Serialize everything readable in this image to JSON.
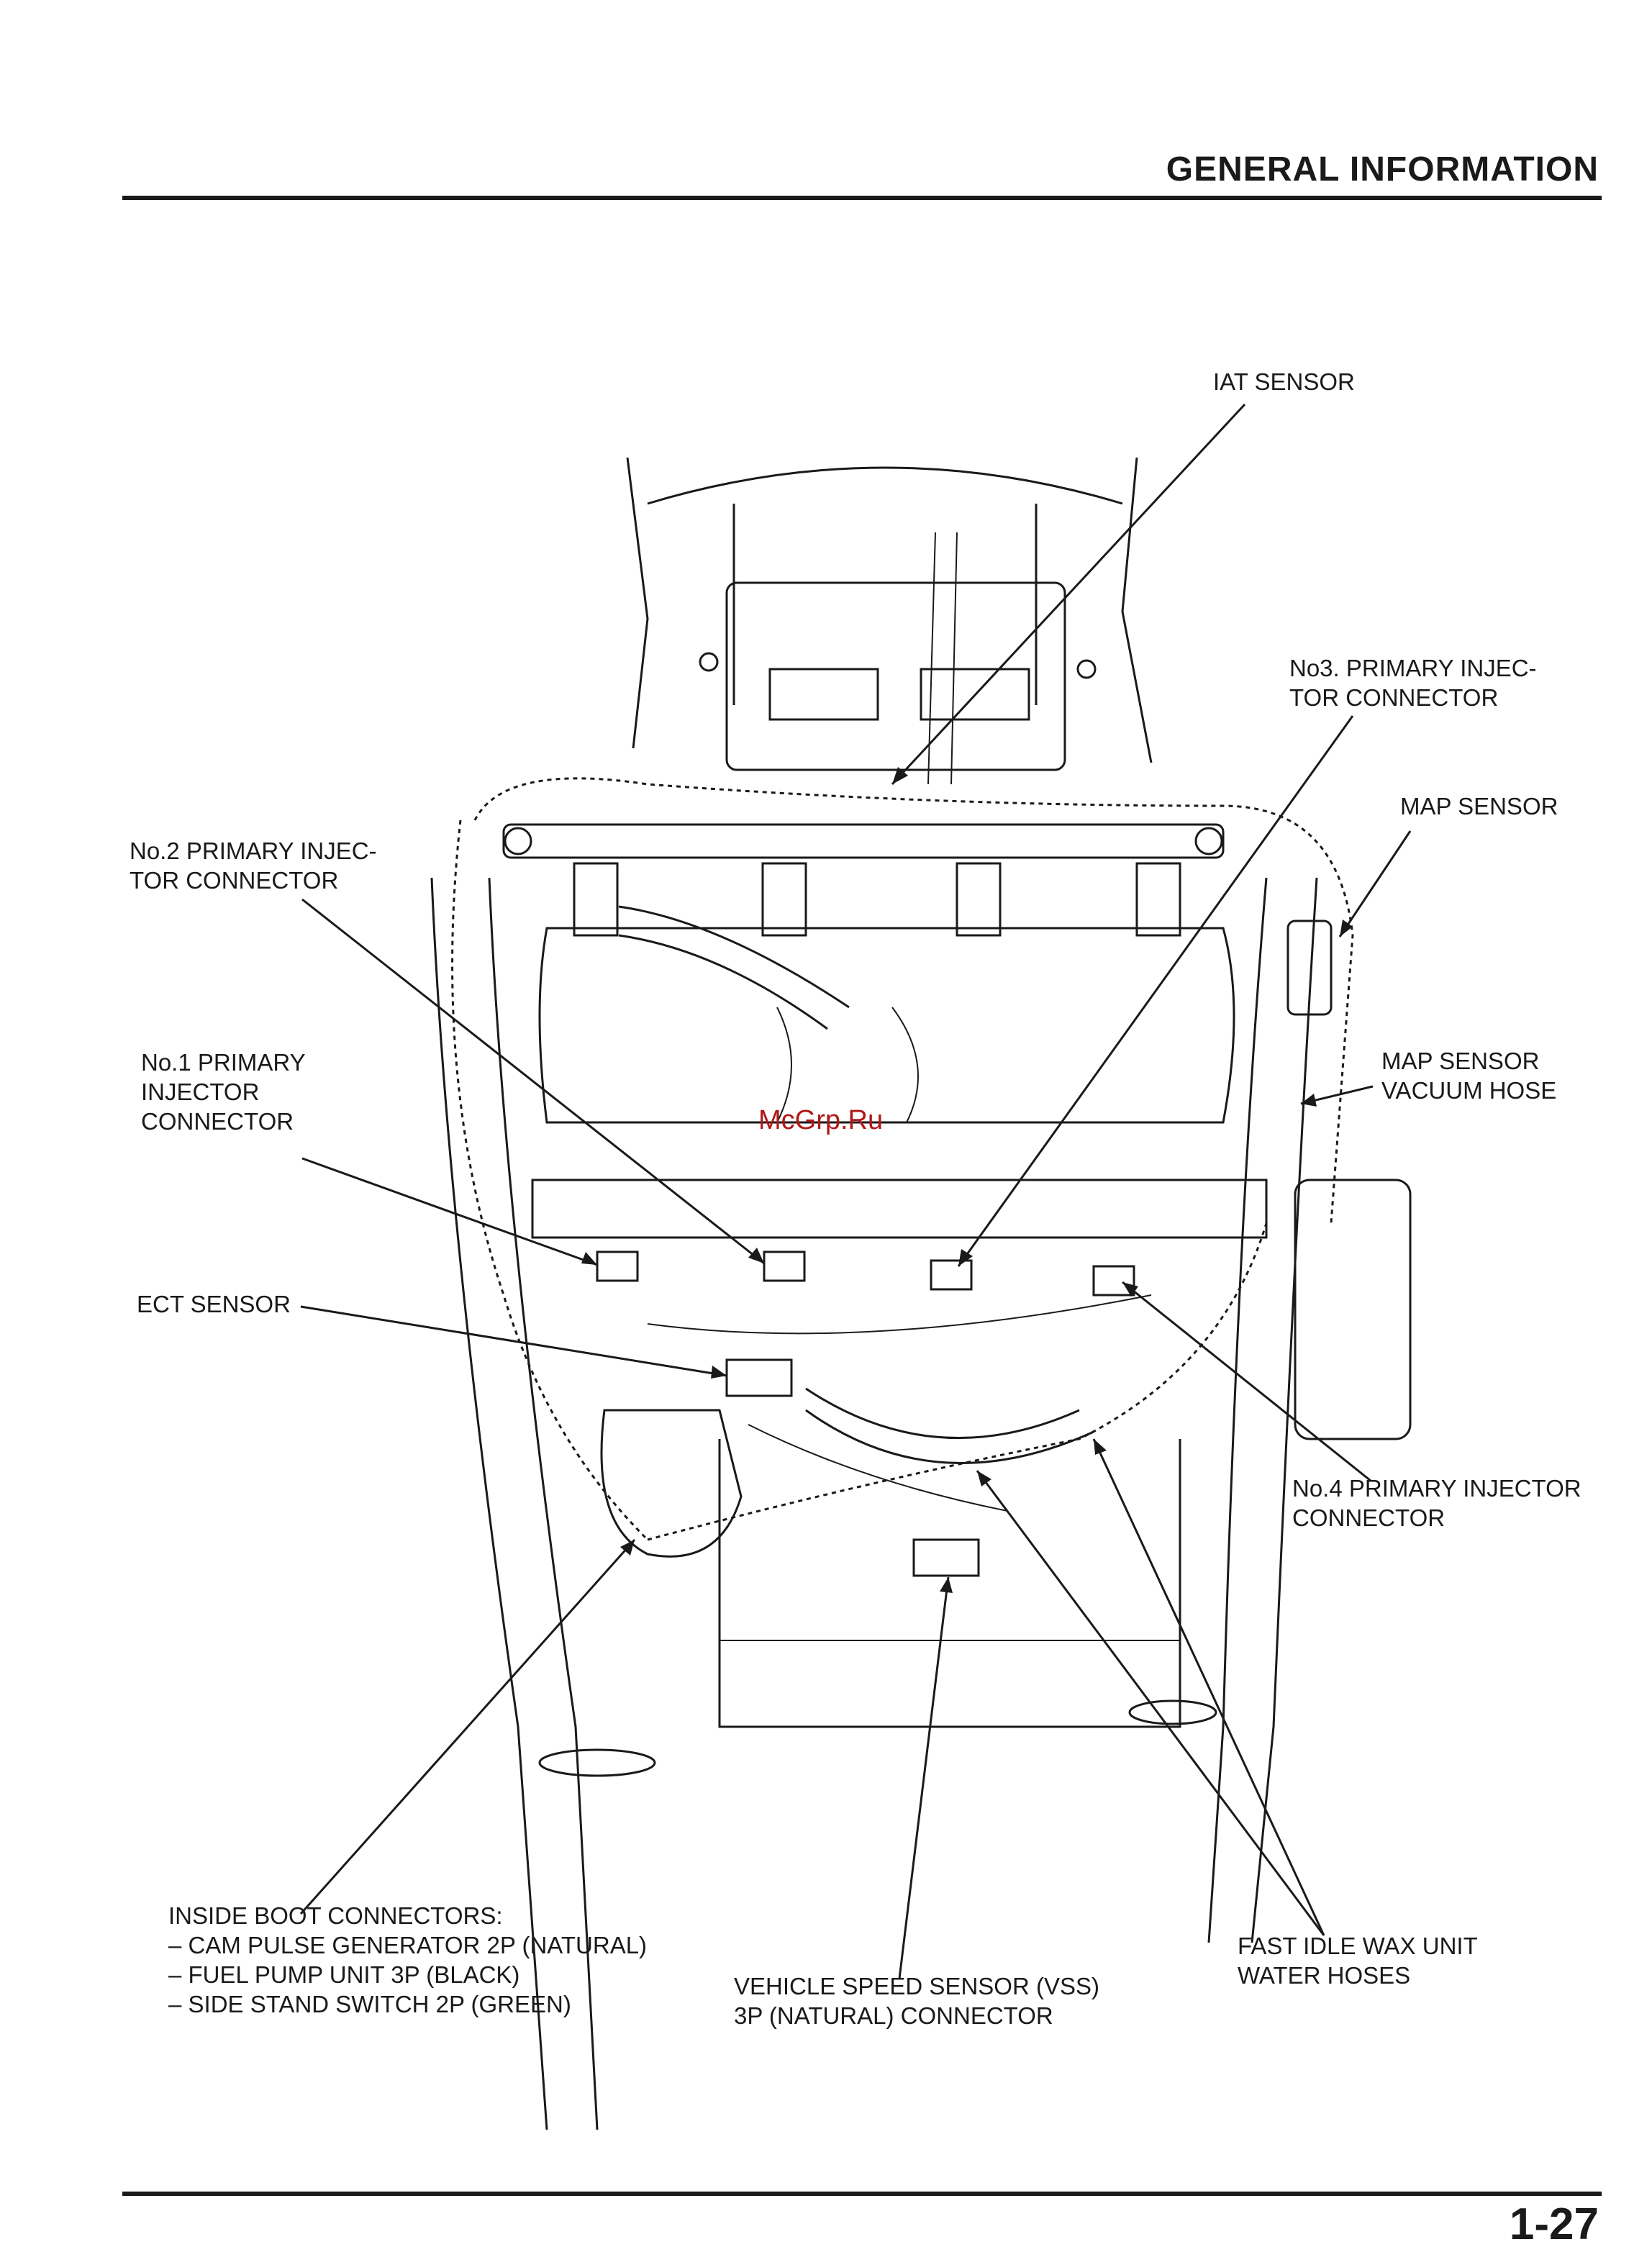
{
  "header": {
    "section_title": "GENERAL INFORMATION"
  },
  "footer": {
    "page_number": "1-27"
  },
  "watermark": "McGrp.Ru",
  "callouts": {
    "iat_sensor": {
      "lines": [
        "IAT SENSOR"
      ]
    },
    "no3_injector": {
      "lines": [
        "No3. PRIMARY INJEC-",
        "TOR CONNECTOR"
      ]
    },
    "map_sensor": {
      "lines": [
        "MAP SENSOR"
      ]
    },
    "no2_injector": {
      "lines": [
        "No.2 PRIMARY INJEC-",
        "TOR CONNECTOR"
      ]
    },
    "map_hose": {
      "lines": [
        "MAP SENSOR",
        "VACUUM HOSE"
      ]
    },
    "no1_injector": {
      "lines": [
        "No.1 PRIMARY",
        "INJECTOR",
        "CONNECTOR"
      ]
    },
    "ect_sensor": {
      "lines": [
        "ECT SENSOR"
      ]
    },
    "no4_injector": {
      "lines": [
        "No.4 PRIMARY INJECTOR",
        "CONNECTOR"
      ]
    },
    "boot_connectors": {
      "lines": [
        "INSIDE BOOT CONNECTORS:",
        "– CAM PULSE GENERATOR 2P (NATURAL)",
        "– FUEL PUMP UNIT 3P (BLACK)",
        "– SIDE STAND SWITCH 2P (GREEN)"
      ]
    },
    "vss_connector": {
      "lines": [
        "VEHICLE SPEED SENSOR (VSS)",
        "3P (NATURAL) CONNECTOR"
      ]
    },
    "fast_idle": {
      "lines": [
        "FAST IDLE WAX UNIT",
        "WATER HOSES"
      ]
    }
  }
}
